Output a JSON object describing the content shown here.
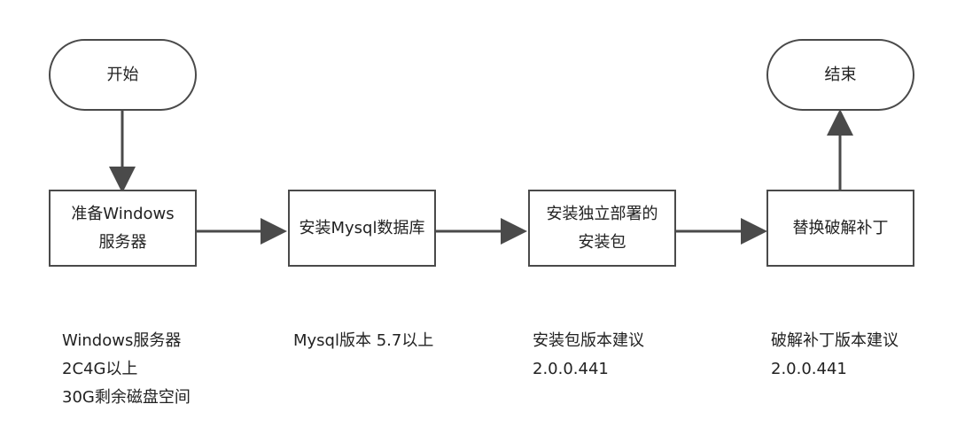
{
  "nodes": {
    "start": {
      "label": "开始"
    },
    "prepare_windows": {
      "lines": [
        "准备Windows",
        "服务器"
      ]
    },
    "install_mysql": {
      "label": "安装Mysql数据库"
    },
    "install_package": {
      "lines": [
        "安装独立部署的",
        "安装包"
      ]
    },
    "replace_patch": {
      "label": "替换破解补丁"
    },
    "end": {
      "label": "结束"
    }
  },
  "notes": {
    "windows": [
      "Windows服务器",
      "2C4G以上",
      "30G剩余磁盘空间"
    ],
    "mysql": [
      "Mysql版本 5.7以上"
    ],
    "package": [
      "安装包版本建议",
      "2.0.0.441"
    ],
    "patch": [
      "破解补丁版本建议",
      "2.0.0.441"
    ]
  },
  "colors": {
    "stroke": "#4a4a4a",
    "text": "#222222",
    "background": "#ffffff"
  }
}
